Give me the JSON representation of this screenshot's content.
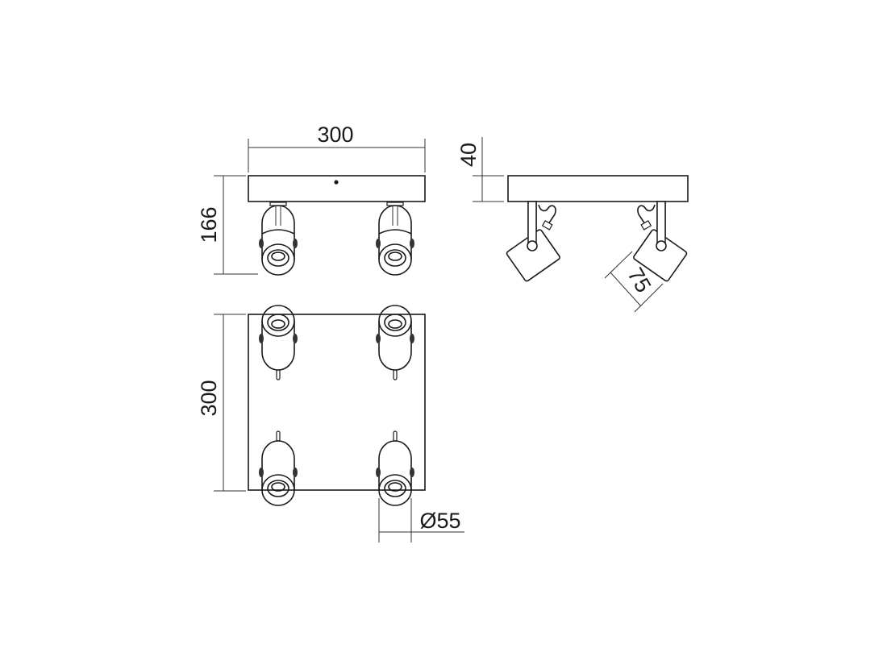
{
  "drawing": {
    "front_view": {
      "width_label": "300",
      "height_label": "166"
    },
    "side_view": {
      "depth_label": "40",
      "head_label": "75"
    },
    "plan_view": {
      "depth_label": "300",
      "diameter_label": "Ø55"
    },
    "colors": {
      "line": "#1a1a1a",
      "background": "#ffffff"
    }
  }
}
